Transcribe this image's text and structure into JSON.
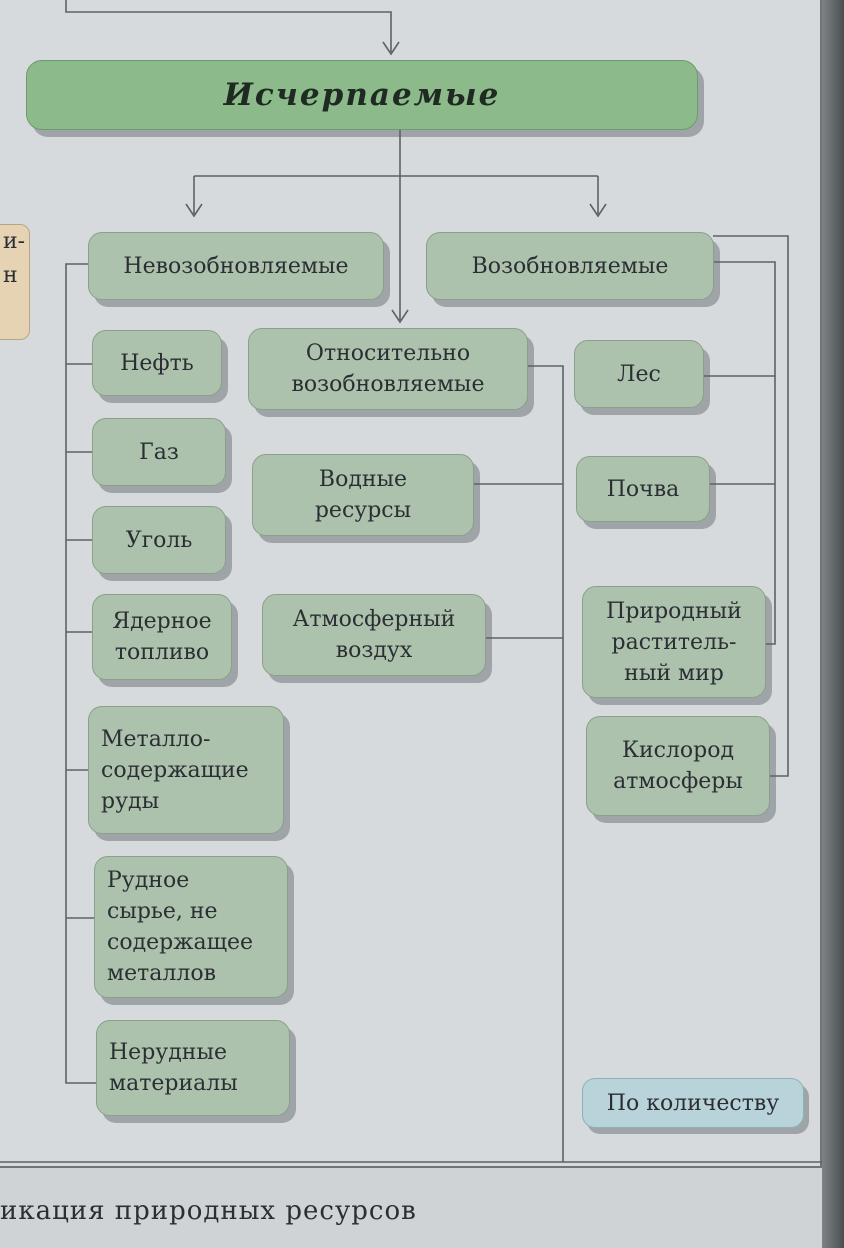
{
  "root": {
    "label": "Исчерпаемые"
  },
  "left_partial": {
    "lines": [
      "и-",
      "",
      "н"
    ]
  },
  "categories": {
    "nonrenewable": "Невозобновляемые",
    "relatively_renewable": "Относительно\nвозобновляемые",
    "renewable": "Возобновляемые"
  },
  "nonrenewable_items": [
    "Нефть",
    "Газ",
    "Уголь",
    "Ядерное\nтопливо",
    "Металло-\nсодержащие\nруды",
    "Рудное\nсырье, не\nсодержащее\nметаллов",
    "Нерудные\nматериалы"
  ],
  "relatively_renewable_items": [
    "Водные\nресурсы",
    "Атмосферный\nвоздух"
  ],
  "renewable_items": [
    "Лес",
    "Почва",
    "Природный\nраститель-\nный мир",
    "Кислород\nатмосферы"
  ],
  "legend": {
    "label": "По количеству"
  },
  "caption": "икация природных ресурсов",
  "colors": {
    "node_fill": "#adc2ad",
    "root_fill": "#8dba8a",
    "legend_fill": "#b8d3da",
    "line": "#5d6266",
    "page": "#d6dadc"
  }
}
